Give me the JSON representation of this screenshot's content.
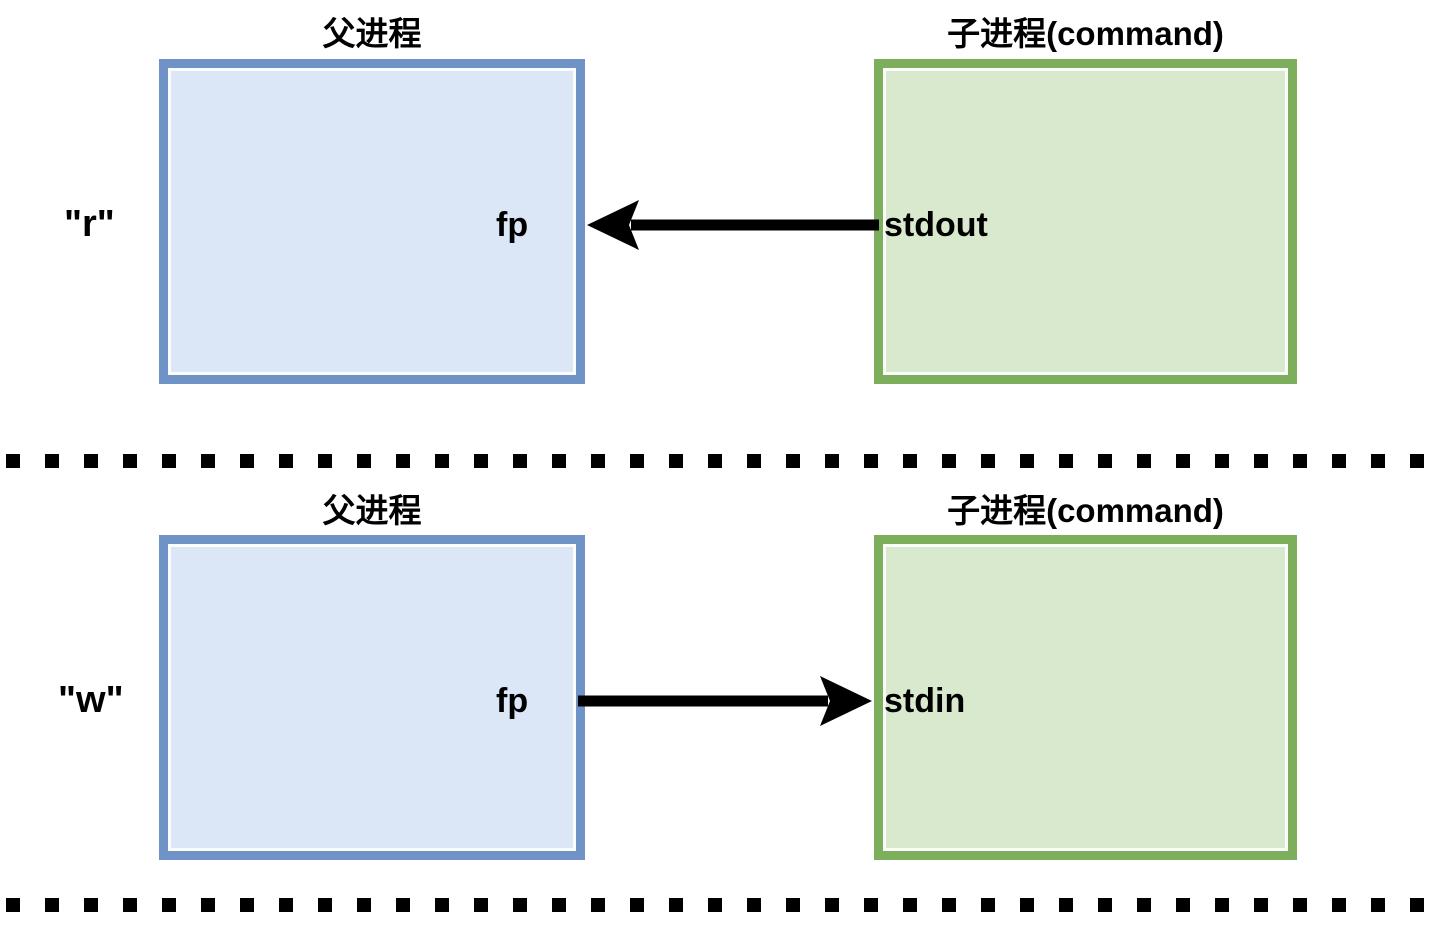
{
  "diagram": {
    "title_top_left": "父进程",
    "title_top_right": "子进程(command)",
    "title_bottom_left": "父进程",
    "title_bottom_right": "子进程(command)",
    "colors": {
      "parent_border": "#6f93c7",
      "parent_fill": "#dbe6f7",
      "child_border": "#7cae5c",
      "child_fill": "#d8e9cd",
      "arrow": "#000000",
      "separator": "#000000",
      "background": "#ffffff"
    }
  },
  "sections": [
    {
      "mode_label": "\"r\"",
      "parent": {
        "title": "父进程",
        "port_label": "fp"
      },
      "child": {
        "title": "子进程(command)",
        "port_label": "stdout"
      },
      "arrow": {
        "direction": "left",
        "from": "stdout",
        "to": "fp"
      }
    },
    {
      "mode_label": "\"w\"",
      "parent": {
        "title": "父进程",
        "port_label": "fp"
      },
      "child": {
        "title": "子进程(command)",
        "port_label": "stdin"
      },
      "arrow": {
        "direction": "right",
        "from": "fp",
        "to": "stdin"
      }
    }
  ]
}
